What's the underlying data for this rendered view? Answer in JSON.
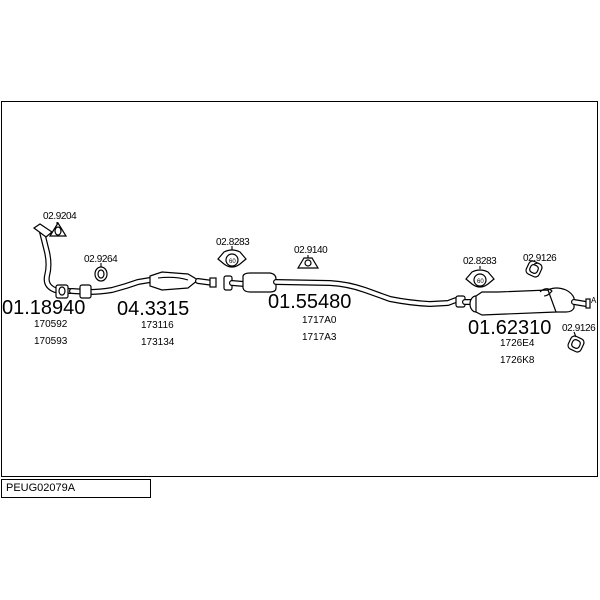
{
  "title_box": {
    "code": "PEUG02079A"
  },
  "parts": [
    {
      "id": "front-pipe",
      "number": "01.18940",
      "refs": [
        "170592",
        "170593"
      ]
    },
    {
      "id": "catalyst",
      "number": "04.3315",
      "refs": [
        "173116",
        "173134"
      ]
    },
    {
      "id": "middle-silencer",
      "number": "01.55480",
      "refs": [
        "1717A0",
        "1717A3"
      ]
    },
    {
      "id": "rear-silencer",
      "number": "01.62310",
      "refs": [
        "1726E4",
        "1726K8"
      ]
    }
  ],
  "accessories": [
    {
      "id": "gasket-front",
      "number": "02.9204"
    },
    {
      "id": "ring-front",
      "number": "02.9264"
    },
    {
      "id": "clamp-center",
      "number": "02.8283"
    },
    {
      "id": "hanger-center",
      "number": "02.9140"
    },
    {
      "id": "clamp-rear",
      "number": "02.8283"
    },
    {
      "id": "hanger-rear-top",
      "number": "02.9126"
    },
    {
      "id": "hanger-rear-right",
      "number": "02.9126"
    }
  ],
  "clamp_marking": "60",
  "end_marker": "A"
}
